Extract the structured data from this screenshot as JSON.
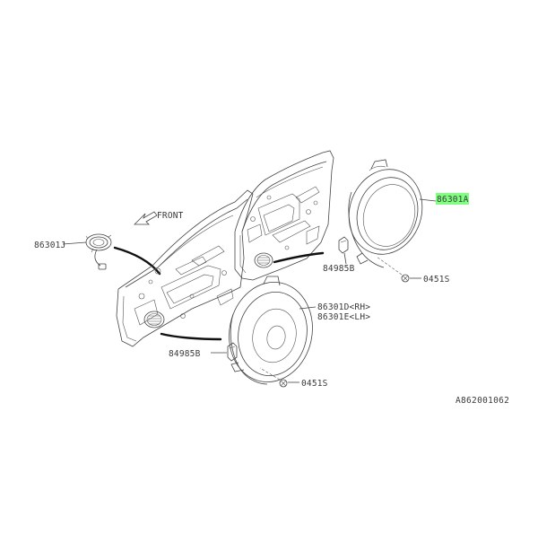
{
  "labels": {
    "front": "FRONT",
    "part_86301j": "86301J",
    "part_86301a": "86301A",
    "part_84985b_upper": "84985B",
    "part_0451s_upper": "0451S",
    "part_86301d": "86301D<RH>",
    "part_86301e": "86301E<LH>",
    "part_84985b_lower": "84985B",
    "part_0451s_lower": "0451S",
    "drawing_ref": "A862001062"
  },
  "colors": {
    "highlight": "#7fff7f",
    "line": "#444444"
  }
}
